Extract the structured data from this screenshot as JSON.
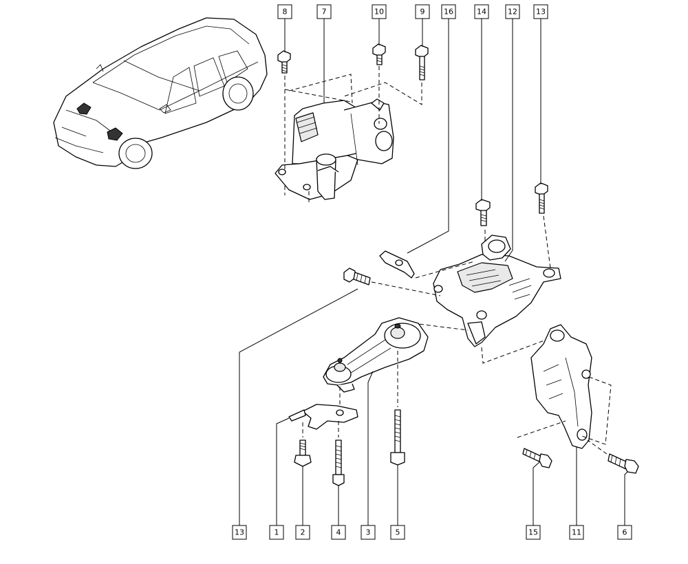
{
  "callouts": {
    "c8": "8",
    "c7": "7",
    "c10": "10",
    "c9": "9",
    "c16": "16",
    "c14": "14",
    "c12": "12",
    "c13a": "13",
    "c13b": "13",
    "c1": "1",
    "c2": "2",
    "c4": "4",
    "c3": "3",
    "c5": "5",
    "c15": "15",
    "c11": "11",
    "c6": "6"
  }
}
